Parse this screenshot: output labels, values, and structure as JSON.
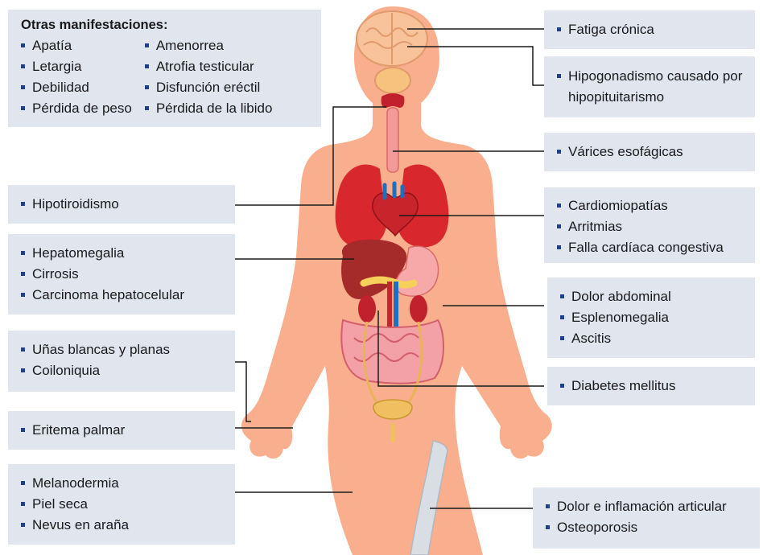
{
  "colors": {
    "box_bg": "#e1e5ee",
    "bullet": "#1f3f8f",
    "body_skin": "#f9ae8d",
    "connector": "#1a1a1a"
  },
  "callouts": {
    "other": {
      "title": "Otras manifestaciones:",
      "col1": [
        "Apatía",
        "Letargia",
        "Debilidad",
        "Pérdida de peso"
      ],
      "col2": [
        "Amenorrea",
        "Atrofia testicular",
        "Disfunción eréctil",
        "Pérdida de la libido"
      ]
    },
    "fatigue": [
      "Fatiga crónica"
    ],
    "hypogonadism": [
      "Hipogonadismo causado por hipopituitarismo"
    ],
    "varices": [
      "Várices esofágicas"
    ],
    "hypothyroid": [
      "Hipotiroidismo"
    ],
    "cardio": [
      "Cardiomiopatías",
      "Arritmias",
      "Falla cardíaca congestiva"
    ],
    "liver": [
      "Hepatomegalia",
      "Cirrosis",
      "Carcinoma hepatocelular"
    ],
    "abdomen": [
      "Dolor abdominal",
      "Esplenomegalia",
      "Ascitis"
    ],
    "nails": [
      "Uñas blancas y planas",
      "Coiloniquia"
    ],
    "diabetes": [
      "Diabetes mellitus"
    ],
    "erythema": [
      "Eritema palmar"
    ],
    "skin": [
      "Melanodermia",
      "Piel seca",
      "Nevus en araña"
    ],
    "joint": [
      "Dolor e inflamación articular",
      "Osteoporosis"
    ]
  }
}
